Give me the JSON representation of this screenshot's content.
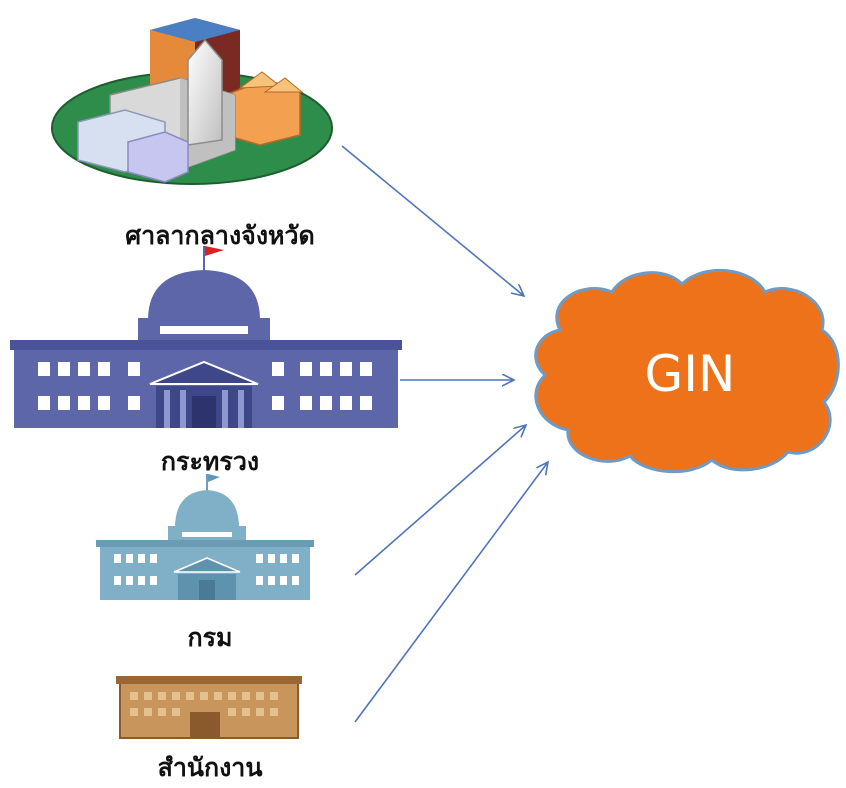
{
  "nodes": [
    {
      "id": "province",
      "label": "ศาลากลางจังหวัด"
    },
    {
      "id": "ministry",
      "label": "กระทรวง"
    },
    {
      "id": "department",
      "label": "กรม"
    },
    {
      "id": "office",
      "label": "สำนักงาน"
    }
  ],
  "network": {
    "label": "GIN"
  },
  "colors": {
    "cloud_fill": "#ee7219",
    "cloud_stroke": "#6e9bc6",
    "arrow": "#4f74b8",
    "ministry_building": "#5d66a8",
    "department_building": "#7fb0c8",
    "office_building": "#c8955c"
  },
  "edges": [
    {
      "from": "ศาลากลางจังหวัด",
      "to": "GIN"
    },
    {
      "from": "กระทรวง",
      "to": "GIN"
    },
    {
      "from": "กรม",
      "to": "GIN"
    },
    {
      "from": "สำนักงาน",
      "to": "GIN"
    }
  ]
}
